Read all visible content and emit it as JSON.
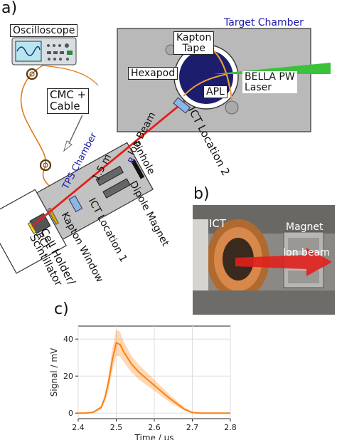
{
  "panel_a": {
    "letter": "a)",
    "oscilloscope": "Oscilloscope",
    "cmc_cable_line1": "CMC +",
    "cmc_cable_line2": "Cable",
    "target_chamber": "Target Chamber",
    "kapton_tape_line1": "Kapton",
    "kapton_tape_line2": "Tape",
    "hexapod": "Hexapod",
    "apl": "APL",
    "laser_line1": "BELLA PW",
    "laser_line2": "Laser",
    "ion_beam": "Ion Beam",
    "ict_location_2": "ICT Location 2",
    "pinhole": "Pinhole",
    "tps_chamber": "TPS Chamber",
    "distance": "1.5 m",
    "b_field": "B",
    "dipole_magnet": "Dipole Magnet",
    "ict_location_1": "ICT Location 1",
    "kapton_window": "Kapton Window",
    "rcf": "RCF",
    "cell_holder_line1": "Cell Holder/",
    "cell_holder_line2": "Scintillator"
  },
  "panel_b": {
    "letter": "b)",
    "ict": "ICT",
    "magnet": "Magnet",
    "ion_beam": "Ion beam"
  },
  "panel_c": {
    "letter": "c)"
  },
  "colors": {
    "chamber_gray": "#b9b9b9",
    "beam_red": "#e0201c",
    "ict_blue": "#8ab6e6",
    "laser_green": "#39c23a",
    "cable_orange": "#e07b18",
    "series_orange": "#ff7f0e",
    "chamber_label_blue": "#1a1aa6"
  },
  "chart_data": {
    "type": "line",
    "xlabel": "Time / μs",
    "ylabel": "Signal / mV",
    "xlim": [
      2.4,
      2.8
    ],
    "ylim": [
      -3,
      47
    ],
    "xticks": [
      "2.4",
      "2.5",
      "2.6",
      "2.7",
      "2.8"
    ],
    "yticks": [
      "0",
      "20",
      "40"
    ],
    "grid": true,
    "series": [
      {
        "color": "#ff7f0e",
        "x": [
          2.4,
          2.42,
          2.44,
          2.46,
          2.47,
          2.48,
          2.49,
          2.5,
          2.51,
          2.52,
          2.54,
          2.56,
          2.58,
          2.6,
          2.62,
          2.64,
          2.66,
          2.68,
          2.7,
          2.72,
          2.74,
          2.76,
          2.78,
          2.8
        ],
        "y": [
          0,
          0,
          0.5,
          3,
          8,
          17,
          29,
          38,
          37,
          33,
          26.5,
          22,
          18.5,
          15,
          11.5,
          8,
          5,
          2,
          0.3,
          0,
          0,
          0,
          0,
          0
        ],
        "lower": [
          0,
          0,
          0.3,
          2,
          6,
          13,
          23,
          31,
          30.5,
          27.5,
          22,
          18,
          15,
          12,
          9,
          6,
          3.5,
          1.2,
          0,
          0,
          0,
          0,
          0,
          0
        ],
        "upper": [
          0,
          0,
          0.8,
          4,
          10,
          21,
          35,
          45,
          44,
          38.5,
          31,
          26,
          22,
          18,
          14,
          10,
          6.5,
          3,
          0.8,
          0,
          0,
          0,
          0,
          0
        ]
      }
    ]
  }
}
